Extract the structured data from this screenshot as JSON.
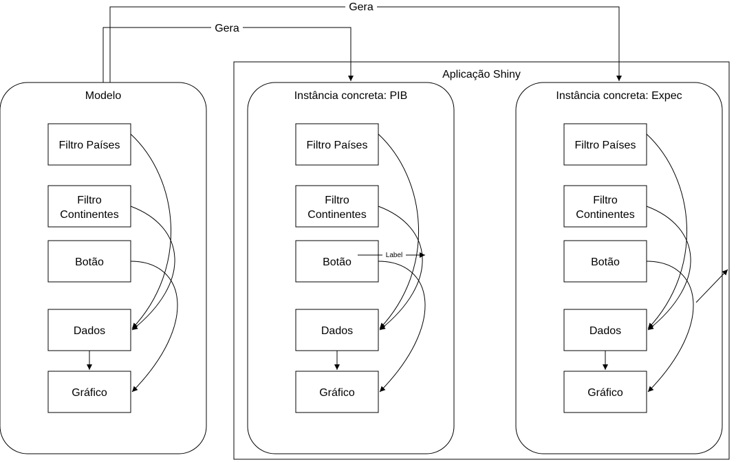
{
  "diagram": {
    "app_container_label": "Aplicação Shiny",
    "edge_labels": {
      "gera_top": "Gera",
      "gera_inner": "Gera",
      "label_small": "Label"
    },
    "panels": [
      {
        "id": "model",
        "title": "Modelo",
        "boxes": [
          {
            "id": "paises",
            "lines": [
              "Filtro Países"
            ]
          },
          {
            "id": "continentes",
            "lines": [
              "Filtro",
              "Continentes"
            ]
          },
          {
            "id": "botao",
            "lines": [
              "Botão"
            ]
          },
          {
            "id": "dados",
            "lines": [
              "Dados"
            ]
          },
          {
            "id": "grafico",
            "lines": [
              "Gráfico"
            ]
          }
        ]
      },
      {
        "id": "pib",
        "title": "Instância concreta: PIB",
        "boxes": [
          {
            "id": "paises",
            "lines": [
              "Filtro Países"
            ]
          },
          {
            "id": "continentes",
            "lines": [
              "Filtro",
              "Continentes"
            ]
          },
          {
            "id": "botao",
            "lines": [
              "Botão"
            ]
          },
          {
            "id": "dados",
            "lines": [
              "Dados"
            ]
          },
          {
            "id": "grafico",
            "lines": [
              "Gráfico"
            ]
          }
        ]
      },
      {
        "id": "expec",
        "title": "Instância concreta: Expec",
        "boxes": [
          {
            "id": "paises",
            "lines": [
              "Filtro Países"
            ]
          },
          {
            "id": "continentes",
            "lines": [
              "Filtro",
              "Continentes"
            ]
          },
          {
            "id": "botao",
            "lines": [
              "Botão"
            ]
          },
          {
            "id": "dados",
            "lines": [
              "Dados"
            ]
          },
          {
            "id": "grafico",
            "lines": [
              "Gráfico"
            ]
          }
        ]
      }
    ]
  }
}
